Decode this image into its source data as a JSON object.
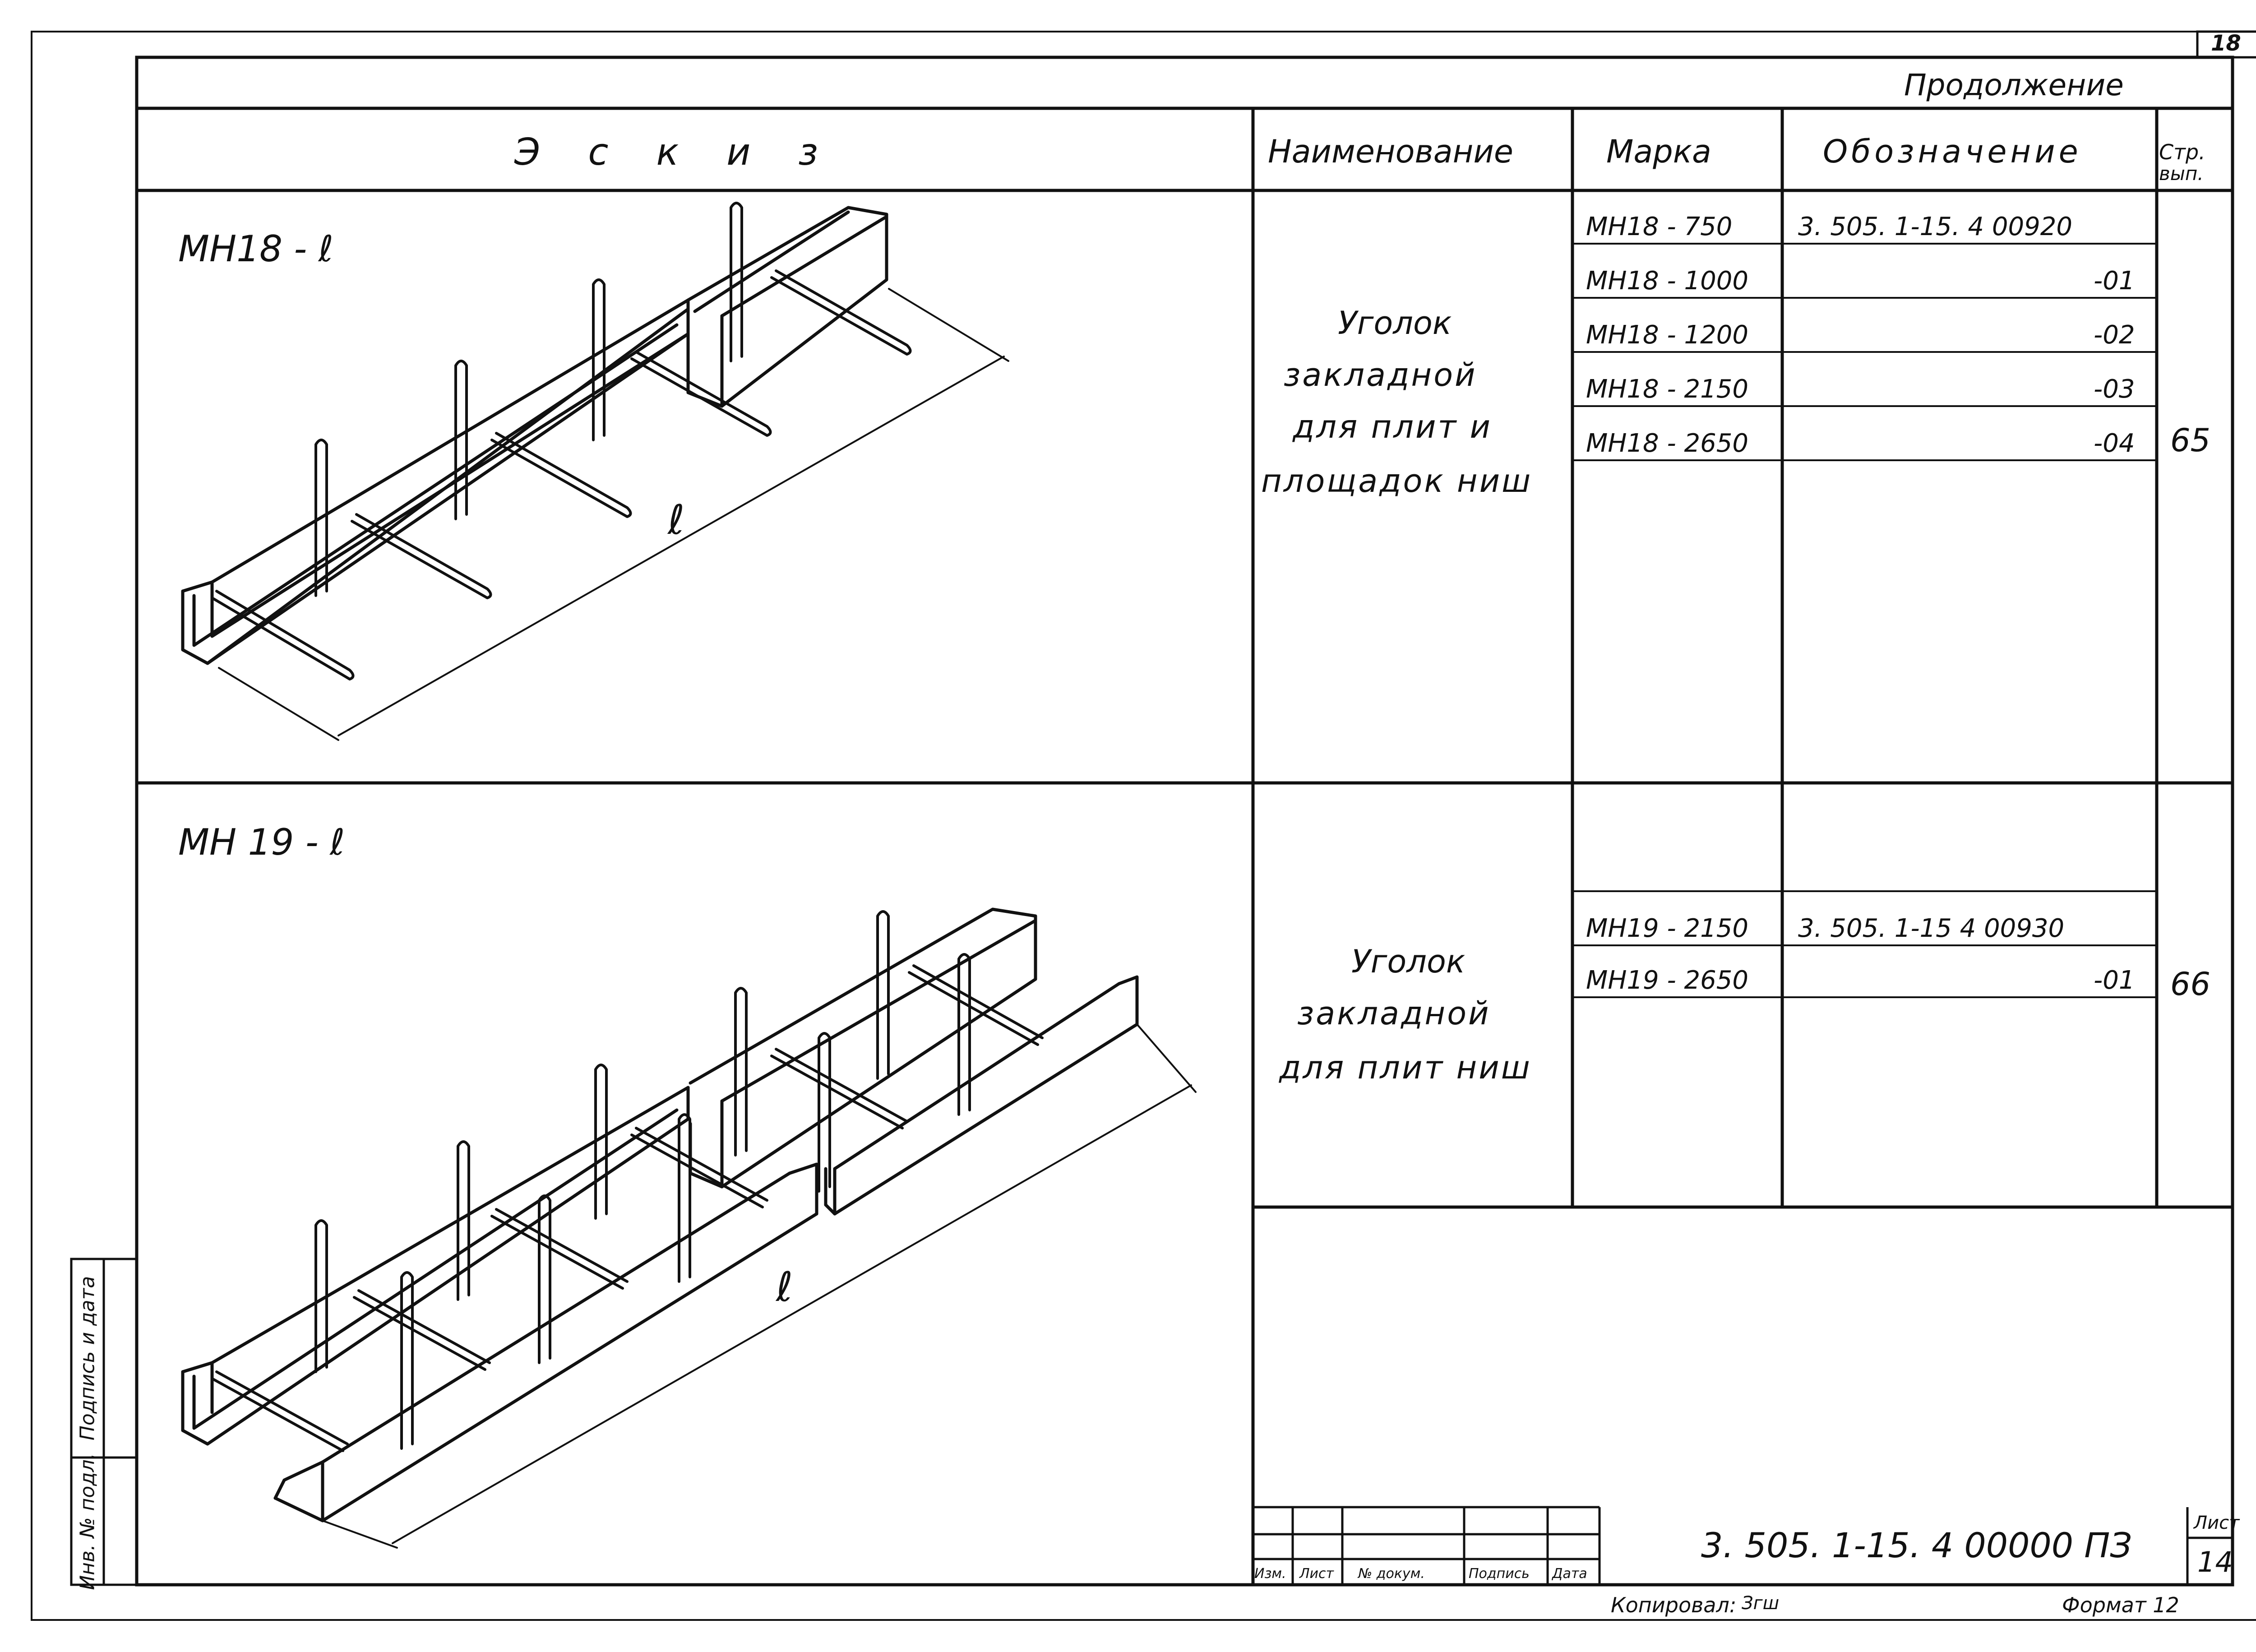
{
  "sheet": {
    "corner_page": "18",
    "continuation": "Продолжение"
  },
  "header": {
    "sketch": "Э с к и з",
    "name": "Наименование",
    "mark": "Марка",
    "designation": "Обозначение",
    "page_line1": "Стр.",
    "page_line2": "вып."
  },
  "section1": {
    "sketch_label": "МН18 - ℓ",
    "dim_label": "ℓ",
    "name_lines": [
      "Уголок",
      "закладной",
      "для плит и",
      "площадок ниш"
    ],
    "rows": [
      {
        "mark": "МН18 - 750",
        "designation": "3. 505. 1-15. 4 00920"
      },
      {
        "mark": "МН18 - 1000",
        "designation": "-01"
      },
      {
        "mark": "МН18 - 1200",
        "designation": "-02"
      },
      {
        "mark": "МН18 - 2150",
        "designation": "-03"
      },
      {
        "mark": "МН18 - 2650",
        "designation": "-04"
      }
    ],
    "page": "65"
  },
  "section2": {
    "sketch_label": "МН 19 - ℓ",
    "dim_label": "ℓ",
    "name_lines": [
      "Уголок",
      "закладной",
      "для плит ниш"
    ],
    "rows": [
      {
        "mark": "МН19 - 2150",
        "designation": "3. 505. 1-15 4 00930"
      },
      {
        "mark": "МН19 - 2650",
        "designation": "-01"
      }
    ],
    "page": "66"
  },
  "side_stamp": {
    "left": "Инв. № подл.",
    "right": "Подпись и дата"
  },
  "title_block": {
    "doc_code": "3. 505. 1-15. 4 00000 ПЗ",
    "sheet_label": "Лист",
    "sheet_number": "14",
    "col_izm": "Изм.",
    "col_list": "Лист",
    "col_ndoc": "№ докум.",
    "col_sign": "Подпись",
    "col_date": "Дата"
  },
  "footer": {
    "copied": "Копировал:",
    "copied_sign": "Згш",
    "format": "Формат 12"
  }
}
